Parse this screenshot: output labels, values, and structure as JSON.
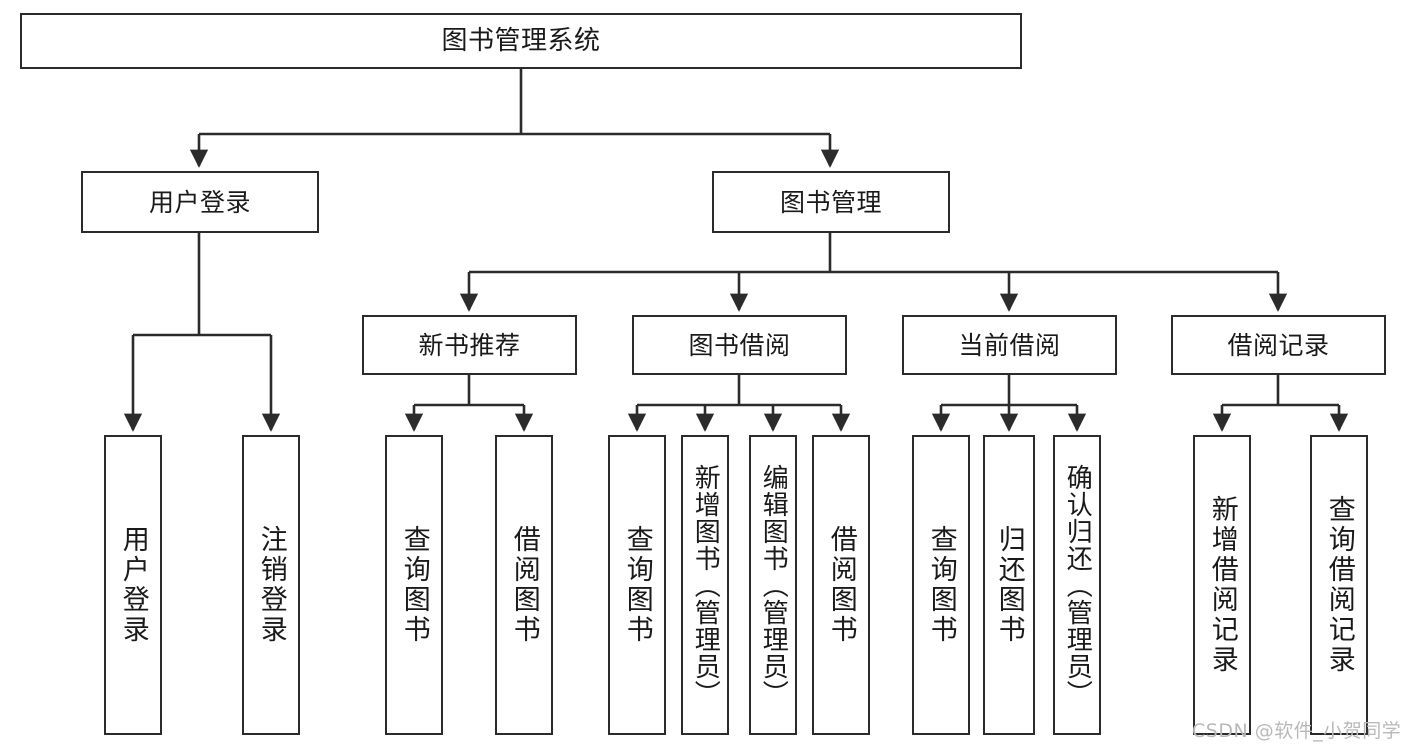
{
  "diagram": {
    "type": "tree-hierarchy-chart",
    "title": "图书管理系统",
    "stroke_color": "#2b2b2b",
    "fill_color": "#ffffff",
    "background": "#ffffff",
    "nodes": {
      "root": {
        "label": "图书管理系统"
      },
      "level2": [
        {
          "id": "user-login",
          "label": "用户登录"
        },
        {
          "id": "book-management",
          "label": "图书管理"
        }
      ],
      "level3": [
        {
          "id": "new-book-recommend",
          "label": "新书推荐"
        },
        {
          "id": "book-borrow",
          "label": "图书借阅"
        },
        {
          "id": "current-borrow",
          "label": "当前借阅"
        },
        {
          "id": "borrow-record",
          "label": "借阅记录"
        }
      ],
      "leaves": {
        "user_login": [
          {
            "id": "leaf-user-login",
            "label": "用户登录"
          },
          {
            "id": "leaf-logout-login",
            "label": "注销登录"
          }
        ],
        "new_book_recommend": [
          {
            "id": "leaf-query-book-1",
            "label": "查询图书"
          },
          {
            "id": "leaf-borrow-book-1",
            "label": "借阅图书"
          }
        ],
        "book_borrow": [
          {
            "id": "leaf-query-book-2",
            "label": "查询图书"
          },
          {
            "id": "leaf-add-book",
            "label": "新增图书（管理员）"
          },
          {
            "id": "leaf-edit-book",
            "label": "编辑图书（管理员）"
          },
          {
            "id": "leaf-borrow-book-2",
            "label": "借阅图书"
          }
        ],
        "current_borrow": [
          {
            "id": "leaf-query-book-3",
            "label": "查询图书"
          },
          {
            "id": "leaf-return-book",
            "label": "归还图书"
          },
          {
            "id": "leaf-confirm-return",
            "label": "确认归还（管理员）"
          }
        ],
        "borrow_record": [
          {
            "id": "leaf-add-record",
            "label": "新增借阅记录"
          },
          {
            "id": "leaf-query-record",
            "label": "查询借阅记录"
          }
        ]
      }
    }
  },
  "watermark": {
    "text": "CSDN @软件_小贺同学"
  }
}
